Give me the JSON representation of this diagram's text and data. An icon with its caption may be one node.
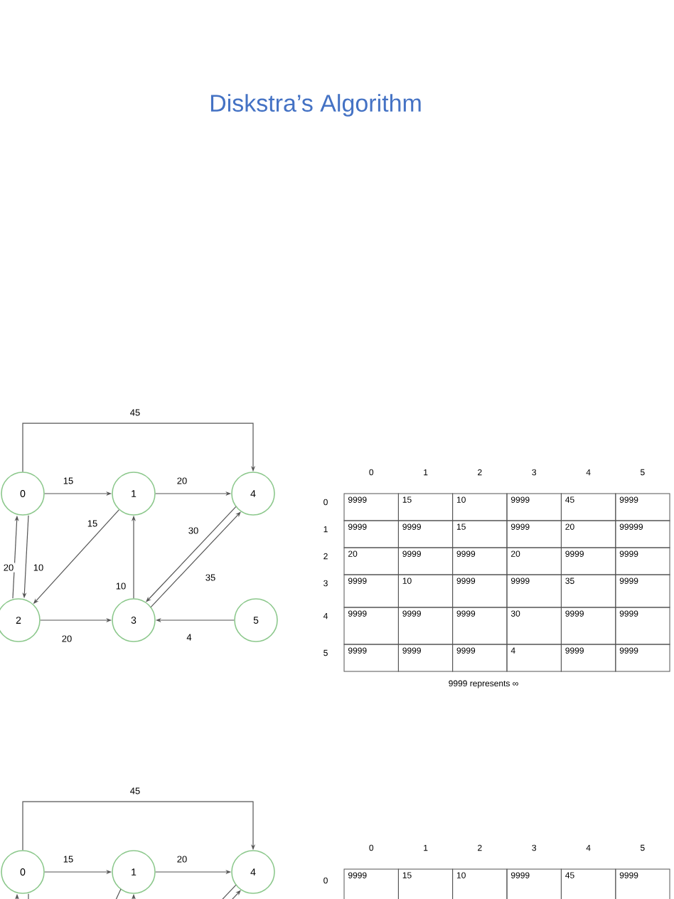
{
  "diagram": {
    "title": "Diskstra’s Algorithm",
    "nodes": [
      {
        "text": [
          "0"
        ]
      },
      {
        "text": [
          "1"
        ]
      },
      {
        "text": [
          "4"
        ]
      },
      {
        "text": [
          "2"
        ]
      },
      {
        "text": [
          "3"
        ]
      },
      {
        "text": [
          "5"
        ]
      },
      {
        "text": [
          "0"
        ]
      },
      {
        "text": [
          "1"
        ]
      },
      {
        "text": [
          "4"
        ]
      }
    ],
    "edges": [
      {
        "from": 0,
        "to": 2,
        "arrow": "to",
        "label": "45"
      },
      {
        "from": 0,
        "to": 1,
        "arrow": "to",
        "label": "15"
      },
      {
        "from": 1,
        "to": 2,
        "arrow": "to",
        "label": "20"
      },
      {
        "from": 1,
        "to": 3,
        "arrow": "to",
        "label": "15"
      },
      {
        "from": 3,
        "to": 0,
        "arrow": "to",
        "label": "20"
      },
      {
        "from": 0,
        "to": 3,
        "arrow": "to",
        "label": "10"
      },
      {
        "from": 2,
        "to": 4,
        "arrow": "to",
        "label": "30"
      },
      {
        "from": 4,
        "to": 2,
        "arrow": "to",
        "label": "35"
      },
      {
        "from": 4,
        "to": 1,
        "arrow": "to",
        "label": "10"
      },
      {
        "from": 3,
        "to": 4,
        "arrow": "to",
        "label": "20"
      },
      {
        "from": 5,
        "to": 4,
        "arrow": "to",
        "label": "4"
      },
      {
        "from": 6,
        "to": 8,
        "arrow": "to",
        "label": "45"
      },
      {
        "from": 6,
        "to": 7,
        "arrow": "to",
        "label": "15"
      },
      {
        "from": 7,
        "to": 8,
        "arrow": "to",
        "label": "20"
      },
      {
        "from": null,
        "to": 6,
        "arrow": "to"
      },
      {
        "from": 6,
        "to": null,
        "arrow": "none"
      },
      {
        "from": 7,
        "to": null,
        "arrow": "none"
      },
      {
        "from": null,
        "to": 7,
        "arrow": "to"
      },
      {
        "from": 8,
        "to": null,
        "arrow": "none"
      },
      {
        "from": null,
        "to": 8,
        "arrow": "to"
      }
    ],
    "labels": [
      "0",
      "1",
      "2",
      "3",
      "4",
      "5",
      "0",
      "9999",
      "15",
      "10",
      "9999",
      "45",
      "9999",
      "1",
      "9999",
      "9999",
      "15",
      "9999",
      "20",
      "99999",
      "2",
      "20",
      "9999",
      "9999",
      "20",
      "9999",
      "9999",
      "3",
      "9999",
      "10",
      "9999",
      "9999",
      "35",
      "9999",
      "4",
      "9999",
      "9999",
      "9999",
      "30",
      "9999",
      "9999",
      "5",
      "9999",
      "9999",
      "9999",
      "4",
      "9999",
      "9999",
      "9999 represents ∞",
      "0",
      "1",
      "2",
      "3",
      "4",
      "5",
      "0",
      "9999",
      "15",
      "10",
      "9999",
      "45",
      "9999"
    ]
  }
}
